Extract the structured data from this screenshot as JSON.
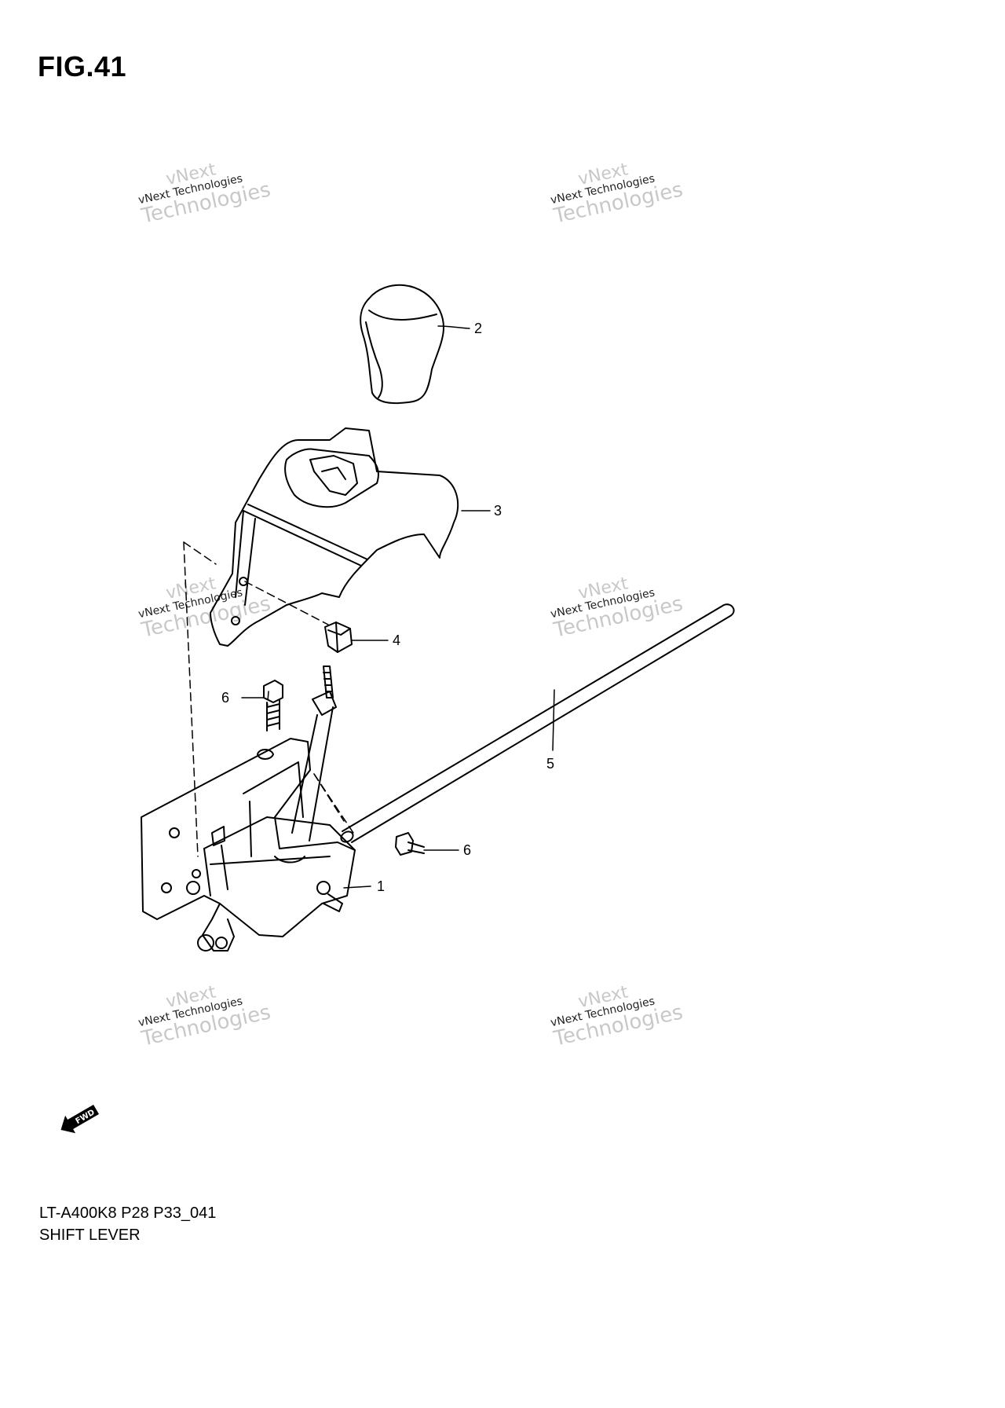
{
  "figure": {
    "title": "FIG.41",
    "model_code": "LT-A400K8 P28 P33_041",
    "caption": "SHIFT LEVER"
  },
  "callouts": [
    {
      "id": "c2",
      "number": "2"
    },
    {
      "id": "c3",
      "number": "3"
    },
    {
      "id": "c4",
      "number": "4"
    },
    {
      "id": "c6a",
      "number": "6"
    },
    {
      "id": "c5",
      "number": "5"
    },
    {
      "id": "c6b",
      "number": "6"
    },
    {
      "id": "c1",
      "number": "1"
    }
  ],
  "watermark": {
    "line1": "vNext",
    "line2": "vNext Technologies",
    "line3": "Technologies"
  },
  "fwd_arrow": {
    "label": "FWD"
  }
}
